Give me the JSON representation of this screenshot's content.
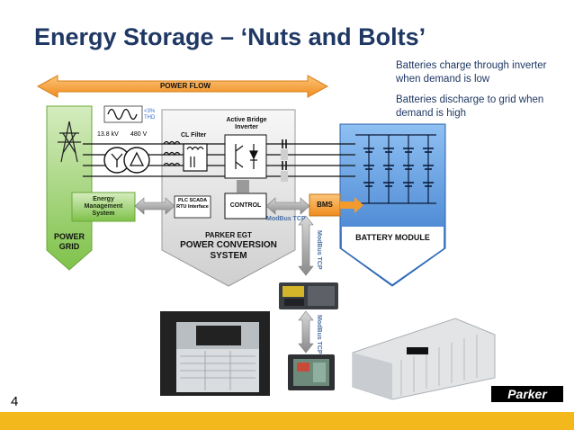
{
  "title": "Energy Storage – ‘Nuts and Bolts’",
  "notes": {
    "charge": "Batteries charge through inverter when demand is low",
    "discharge": "Batteries discharge to grid when demand is high"
  },
  "diagram": {
    "power_flow": "POWER FLOW",
    "thd": "<3% THD",
    "volt_high": "13.8 kV",
    "volt_low": "480 V",
    "cl_filter": "CL Filter",
    "inverter": "Active Bridge Inverter",
    "energy_mgmt": "Energy Management System",
    "plc": "PLC SCADA RTU Interface",
    "control": "CONTROL",
    "bms": "BMS",
    "modbus_h": "ModBus TCP",
    "modbus_v1": "ModBus TCP",
    "modbus_v2": "ModBus TCP",
    "power_grid": "POWER GRID",
    "pcs_brand": "PARKER EGT",
    "pcs_title": "POWER CONVERSION SYSTEM",
    "battery_module": "BATTERY MODULE"
  },
  "page_number": "4",
  "logo": "Parker",
  "colors": {
    "title": "#1f3864",
    "power_flow_arrow": "#f39a2c",
    "grid_green": "#7fc24a",
    "battery_blue": "#3a7fd4",
    "bms_orange": "#f39a2c",
    "bottom_bar": "#f2b81c"
  }
}
